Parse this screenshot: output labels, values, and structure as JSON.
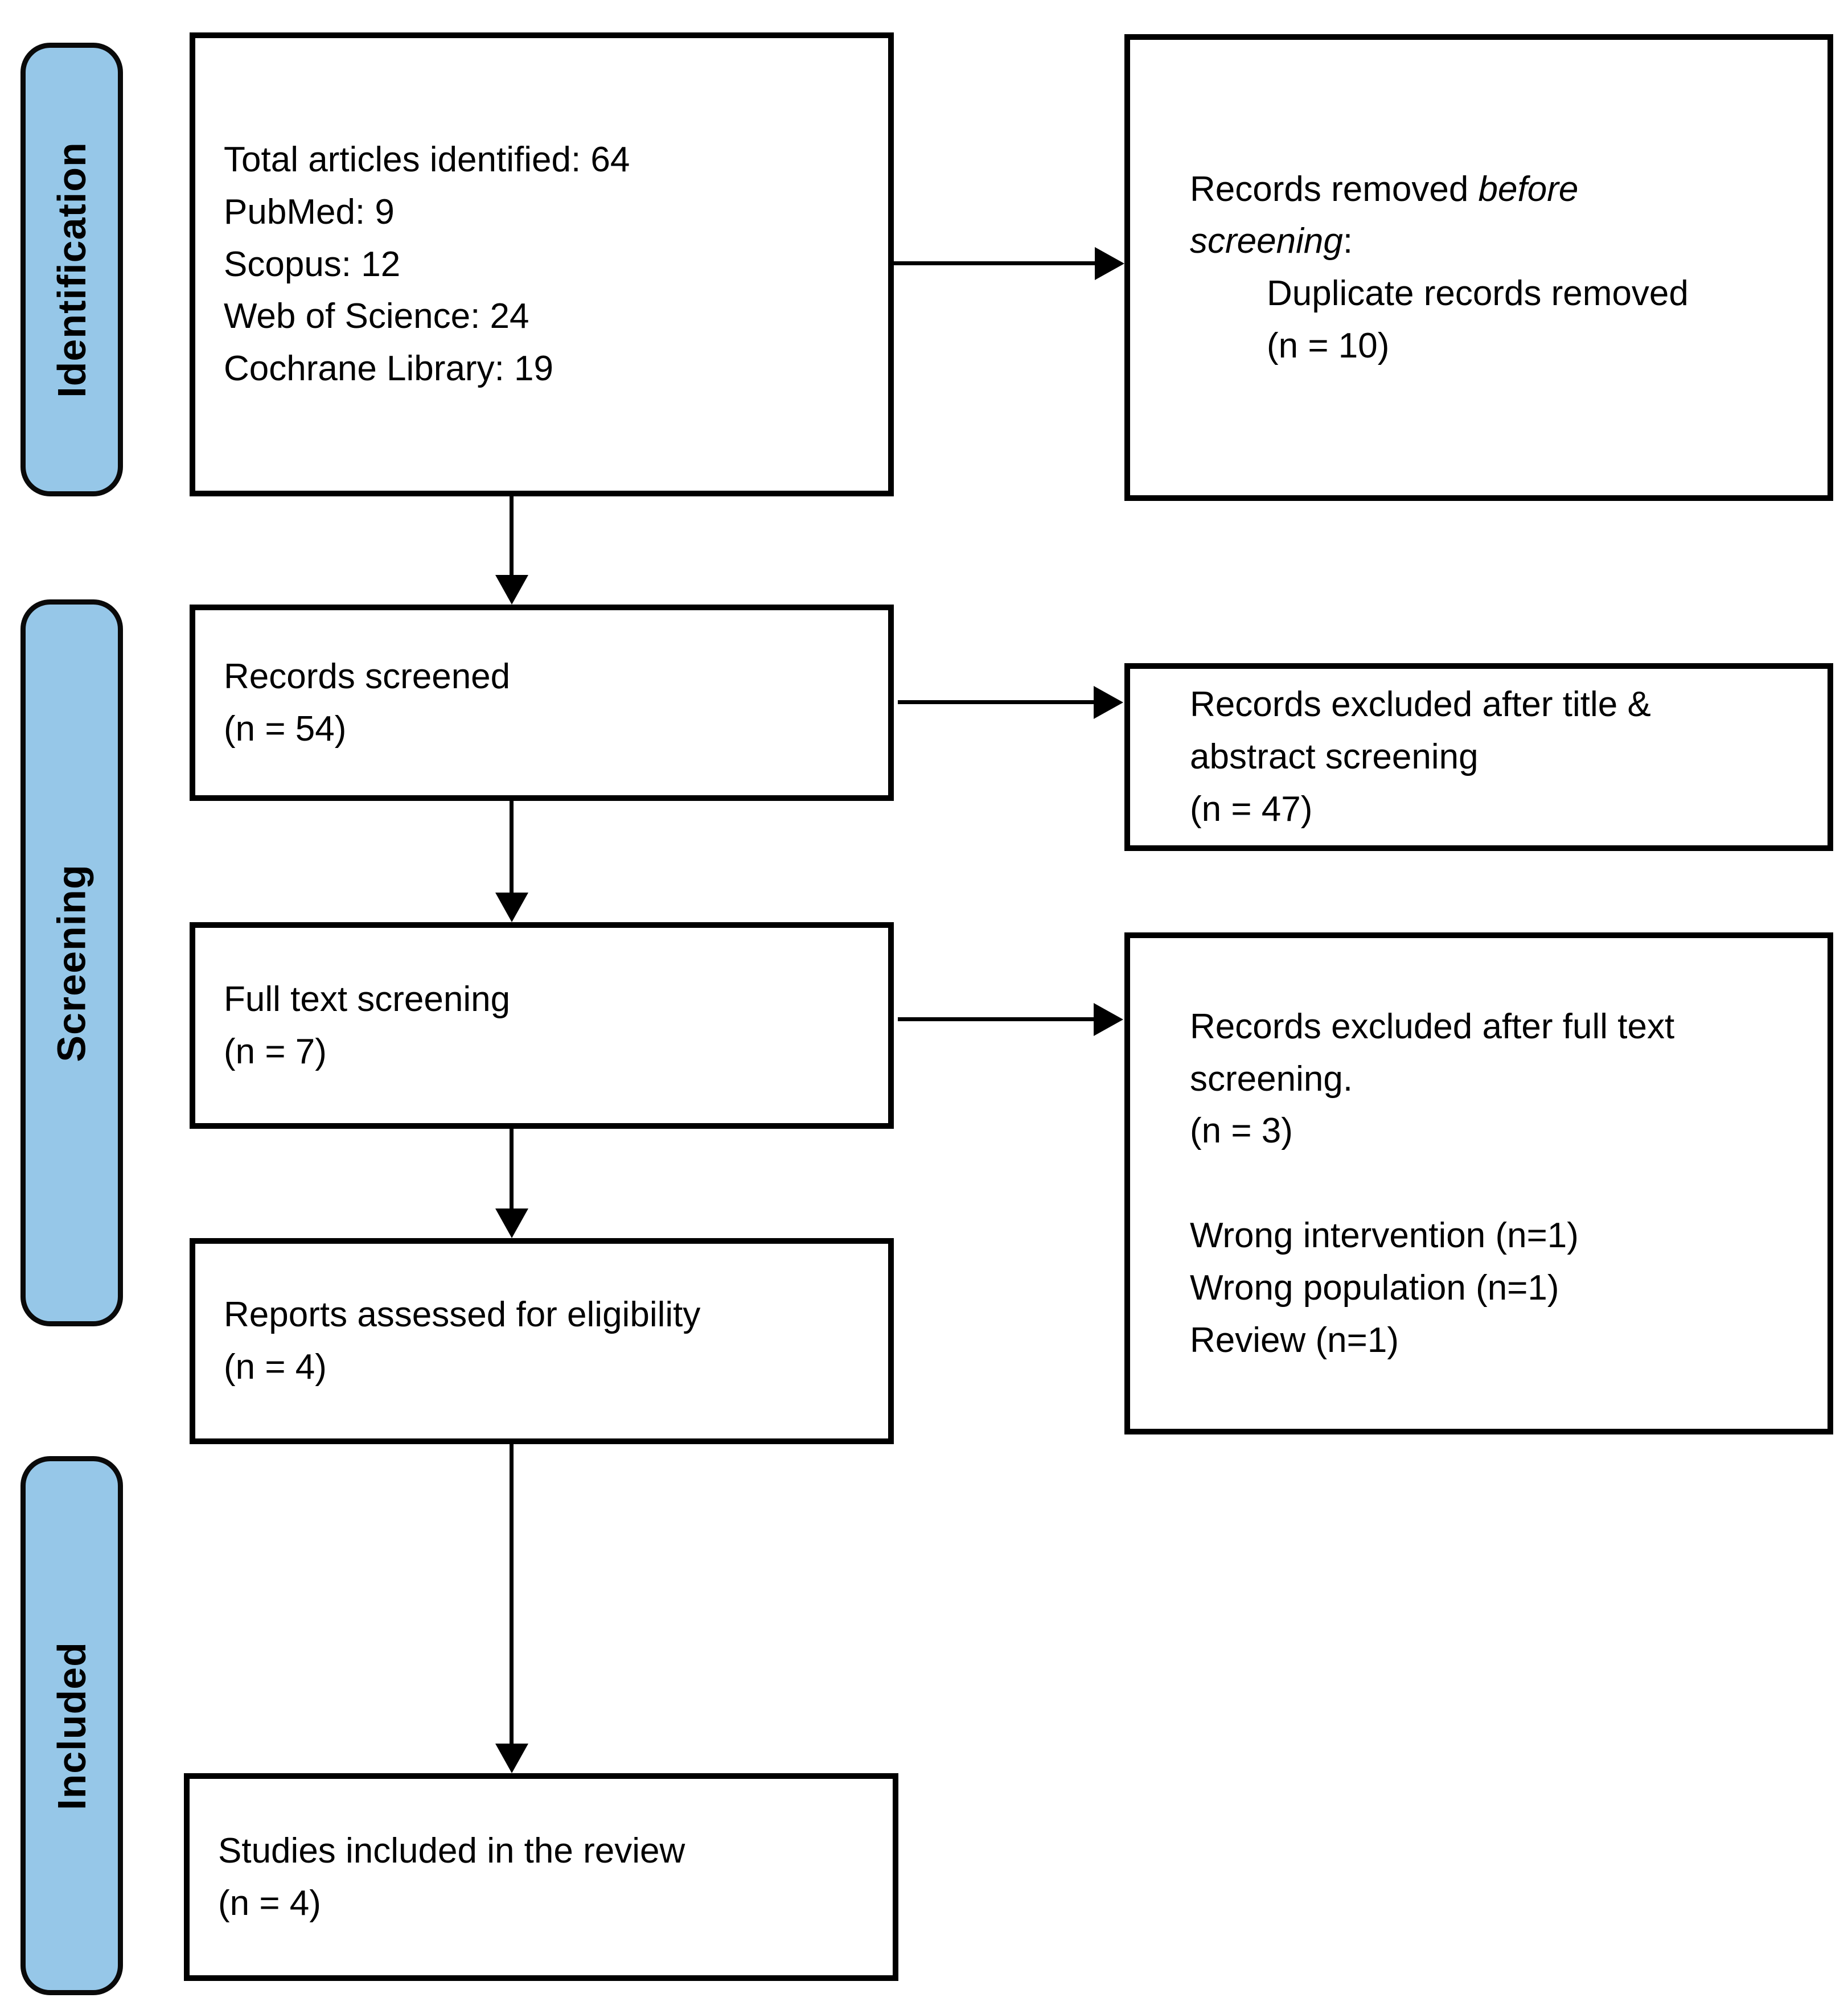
{
  "diagram": {
    "stages": {
      "identification": "Identification",
      "screening": "Screening",
      "included": "Included"
    },
    "boxes": {
      "identified": {
        "lines": [
          "Total articles identified: 64",
          "PubMed: 9",
          "Scopus: 12",
          "Web of Science: 24",
          "Cochrane Library: 19"
        ]
      },
      "screened": {
        "lines": [
          "Records screened",
          "(n = 54)"
        ]
      },
      "fulltext": {
        "lines": [
          "Full text screening",
          "(n = 7)"
        ]
      },
      "assessed": {
        "lines": [
          "Reports assessed for eligibility",
          "(n = 4)"
        ]
      },
      "included": {
        "lines": [
          "Studies included in the review",
          "(n = 4)"
        ]
      },
      "removed_before": {
        "line1_normal": "Records removed ",
        "line1_italic": "before",
        "line2_italic": "screening",
        "line2_colon": ":",
        "indented_lines": [
          "Duplicate records removed",
          "(n = 10)"
        ]
      },
      "excluded_title": {
        "lines": [
          "Records excluded after title &",
          "abstract screening",
          "(n = 47)"
        ]
      },
      "excluded_fulltext": {
        "lines": [
          "Records excluded after full text",
          "screening.",
          "(n = 3)"
        ],
        "reasons": [
          "Wrong intervention (n=1)",
          "Wrong population (n=1)",
          "Review (n=1)"
        ]
      }
    },
    "colors": {
      "stage_fill": "#96C7E8",
      "border": "#000000",
      "background": "#ffffff"
    }
  }
}
